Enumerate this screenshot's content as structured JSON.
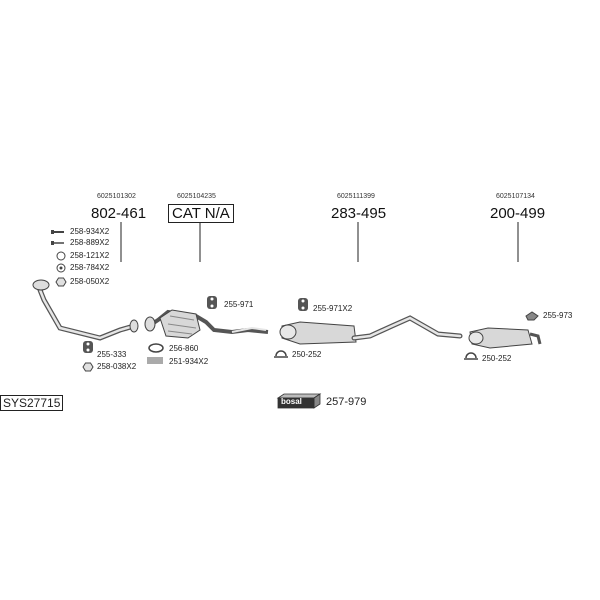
{
  "diagram": {
    "system_code": "SYS27715",
    "groups": [
      {
        "oem": "6025101302",
        "part": "802-461"
      },
      {
        "oem": "6025104235",
        "part": "CAT N/A"
      },
      {
        "oem": "6025111399",
        "part": "283-495"
      },
      {
        "oem": "6025107134",
        "part": "200-499"
      }
    ],
    "accessories_front": [
      {
        "icon": "bolt-icon",
        "label": "258-934X2"
      },
      {
        "icon": "bolt-icon",
        "label": "258-889X2"
      },
      {
        "icon": "ring-icon",
        "label": "258-121X2"
      },
      {
        "icon": "washer-icon",
        "label": "258-784X2"
      },
      {
        "icon": "nut-icon",
        "label": "258-050X2"
      }
    ],
    "accessories_mid_front": [
      {
        "icon": "hanger-icon",
        "label": "255-333"
      },
      {
        "icon": "nut-icon",
        "label": "258-038X2"
      }
    ],
    "accessories_cat": [
      {
        "icon": "hanger-icon",
        "label": "255-971"
      },
      {
        "icon": "gasket-icon",
        "label": "256-860"
      },
      {
        "icon": "spring-icon",
        "label": "251-934X2"
      }
    ],
    "accessories_middle": [
      {
        "icon": "hanger-icon",
        "label": "255-971X2"
      },
      {
        "icon": "clamp-icon",
        "label": "250-252"
      }
    ],
    "accessories_rear": [
      {
        "icon": "hanger-icon",
        "label": "255-973"
      },
      {
        "icon": "clamp-icon",
        "label": "250-252"
      }
    ],
    "mounting_kit": {
      "brand": "bosal",
      "label": "257-979"
    }
  }
}
